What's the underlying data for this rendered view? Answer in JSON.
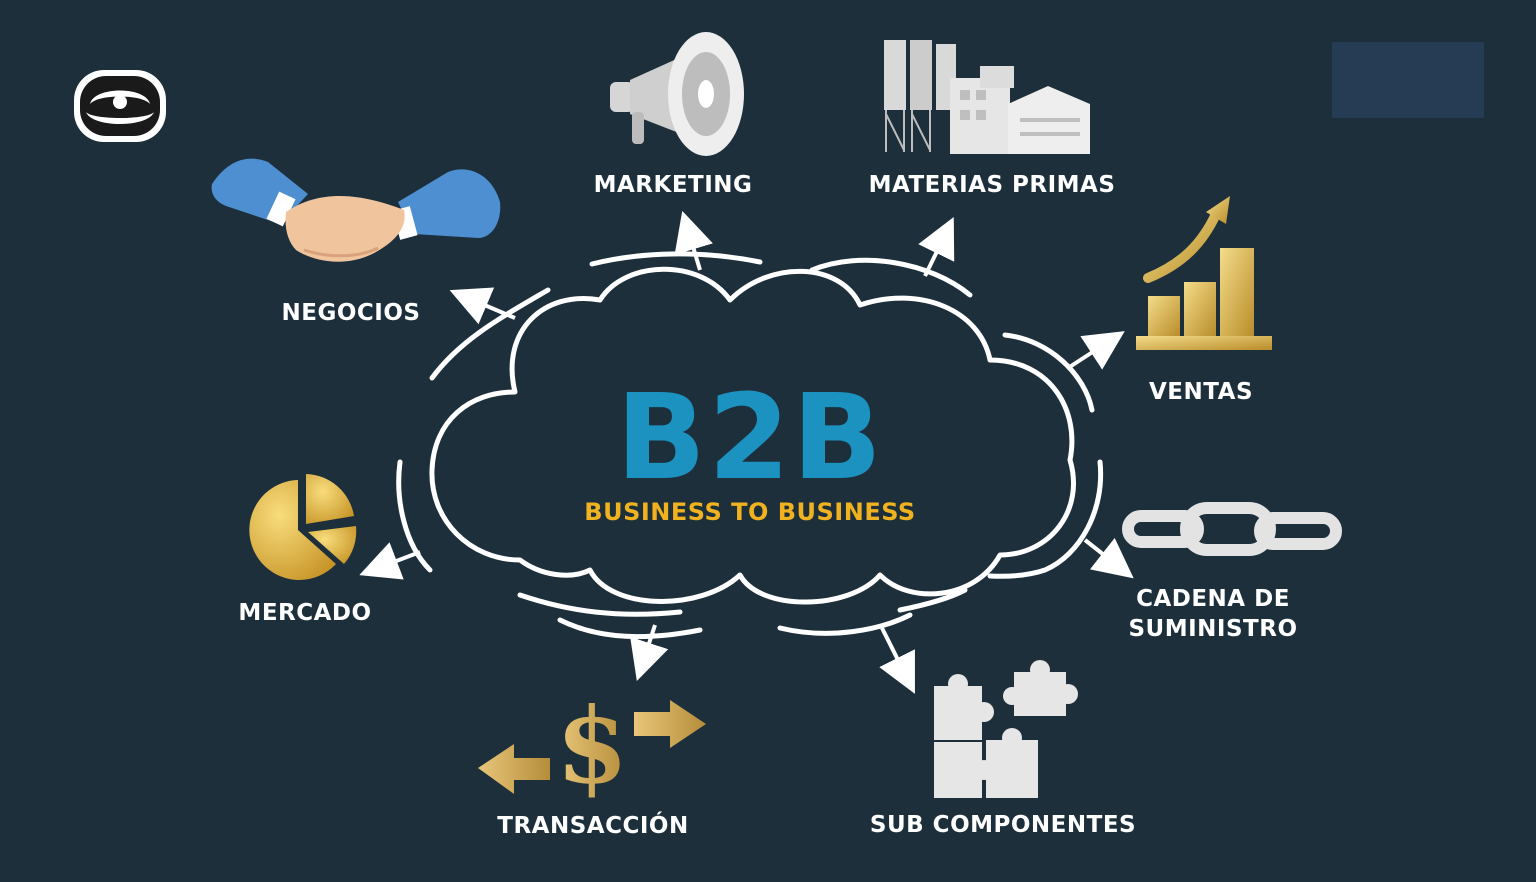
{
  "center": {
    "title": "B2B",
    "subtitle": "BUSINESS TO BUSINESS"
  },
  "labels": {
    "marketing": "MARKETING",
    "materias_primas": "MATERIAS PRIMAS",
    "negocios": "NEGOCIOS",
    "ventas": "VENTAS",
    "mercado": "MERCADO",
    "cadena_line1": "CADENA DE",
    "cadena_line2": "SUMINISTRO",
    "transaccion": "TRANSACCIÓN",
    "sub_componentes": "SUB COMPONENTES"
  },
  "colors": {
    "background": "#1c2f3b",
    "title_blue": "#1b92bf",
    "subtitle_gold": "#f0b21f",
    "line_white": "#ffffff"
  },
  "icons": {
    "marketing": "megaphone-icon",
    "materias_primas": "factory-icon",
    "negocios": "handshake-icon",
    "ventas": "rising-bar-chart-icon",
    "mercado": "pie-chart-icon",
    "cadena": "chain-link-icon",
    "transaccion": "dollar-exchange-icon",
    "sub_componentes": "puzzle-pieces-icon",
    "brand": "eye-logo-icon"
  }
}
